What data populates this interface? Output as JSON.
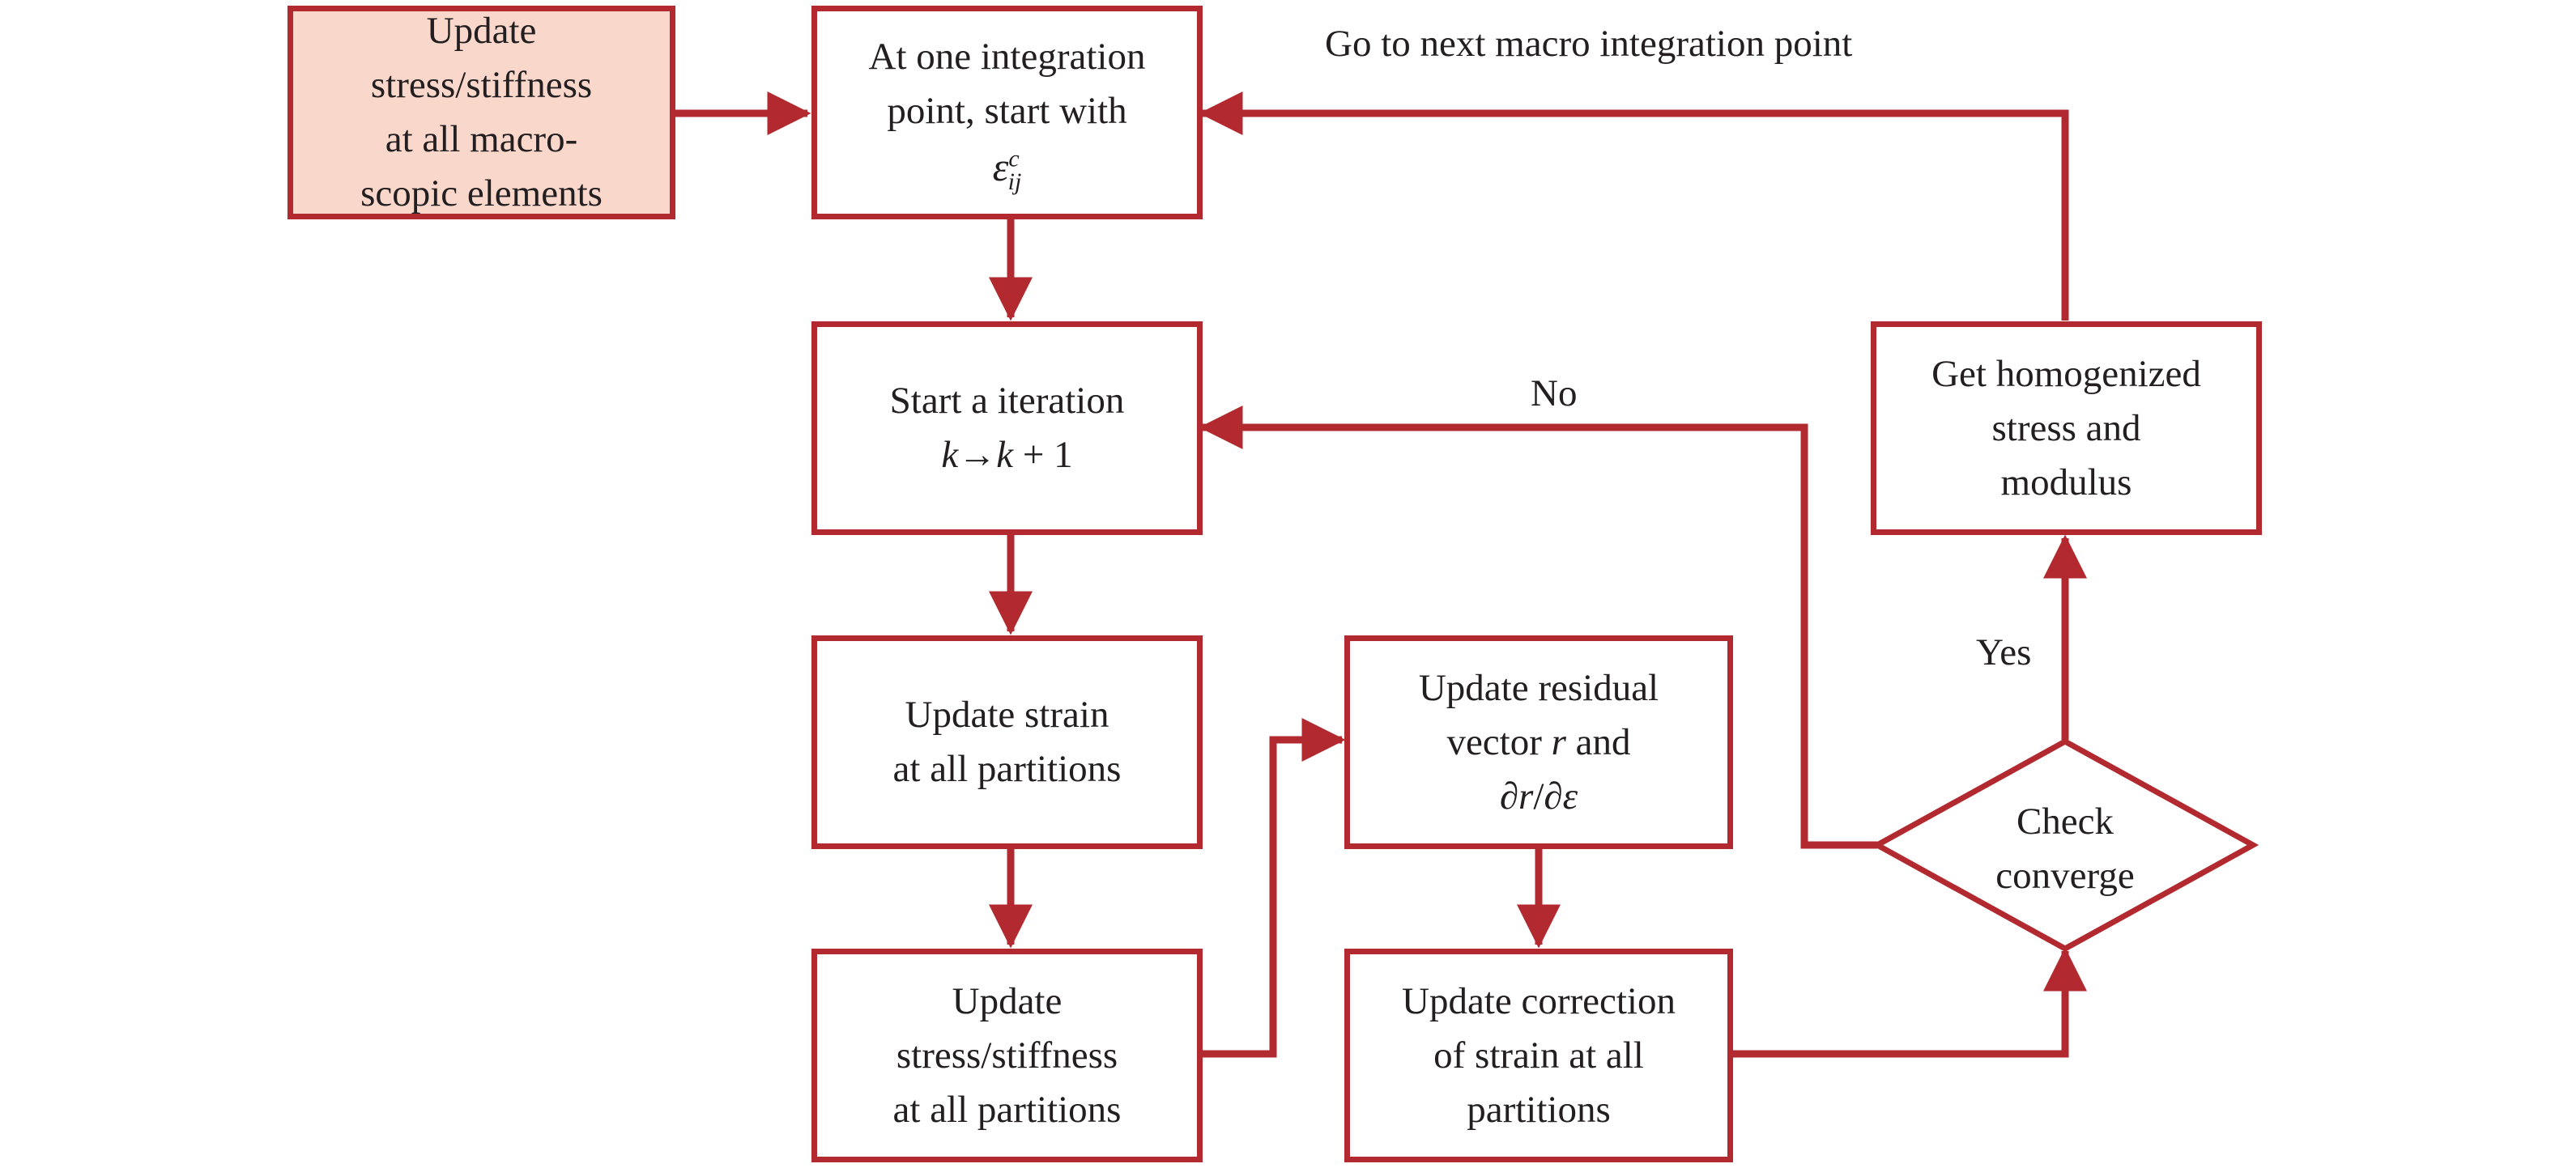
{
  "colors": {
    "stroke": "#b22a30",
    "start_fill": "#f9d7cb",
    "text": "#231f20"
  },
  "nodes": {
    "update_macro": [
      "Update",
      "stress/stiffness",
      "at all macro-",
      "scopic elements"
    ],
    "integration_point": {
      "line1": "At one integration",
      "line2": "point, start with",
      "math_base": "ε",
      "math_sup": "c",
      "math_sub": "ij"
    },
    "start_iteration": {
      "line1": "Start a iteration",
      "k": "k",
      "arrow": "→",
      "k2": "k",
      "plus_one": " + 1"
    },
    "update_strain": [
      "Update strain",
      "at all partitions"
    ],
    "update_stress_partitions": [
      "Update",
      "stress/stiffness",
      "at all partitions"
    ],
    "update_residual": {
      "line1": "Update residual",
      "line2_pre": "vector ",
      "line2_var": "r",
      "line2_post": " and",
      "line3_d1": "∂",
      "line3_r": "r",
      "line3_slash": "/∂",
      "line3_eps": "ε"
    },
    "update_correction": [
      "Update correction",
      "of strain at all",
      "partitions"
    ],
    "check_converge": [
      "Check",
      "converge"
    ],
    "homogenized": [
      "Get homogenized",
      "stress and",
      "modulus"
    ]
  },
  "labels": {
    "next_point": "Go to next macro integration point",
    "no": "No",
    "yes": "Yes"
  }
}
